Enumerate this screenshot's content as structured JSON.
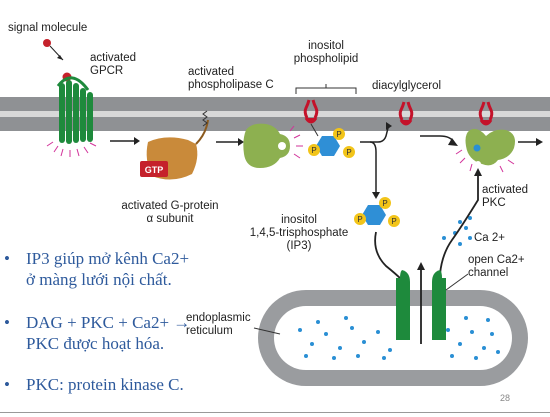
{
  "labels": {
    "signal_molecule": "signal molecule",
    "activated_gpcr": [
      "activated",
      "GPCR"
    ],
    "activated_plc": [
      "activated",
      "phospholipase C"
    ],
    "inositol_phospholipid": [
      "inositol",
      "phospholipid"
    ],
    "diacylglycerol": "diacylglycerol",
    "gtp": "GTP",
    "activated_gprotein": [
      "activated G-protein",
      "α subunit"
    ],
    "ip3_label": [
      "inositol",
      "1,4,5-trisphosphate",
      "(IP3)"
    ],
    "activated_pkc": [
      "activated",
      "PKC"
    ],
    "ca": "Ca 2+",
    "open_channel": [
      "open Ca2+",
      "channel"
    ],
    "er": [
      "endoplasmic",
      "reticulum"
    ],
    "p": "P"
  },
  "bullets": [
    "IP3 giúp mở kênh Ca2+ ở màng lưới nội chất.",
    "DAG + PKC + Ca2+ → PKC được hoạt hóa.",
    "PKC: protein kinase C."
  ],
  "page_number": "28",
  "colors": {
    "membrane": "#8f9194",
    "receptor_green": "#1e8a3c",
    "plc_green": "#8db050",
    "gprotein_orange": "#c98a3a",
    "gtp_red": "#c5212b",
    "ip3_blue": "#2f8fd6",
    "phosphate_yellow": "#f2c419",
    "lipid_red": "#c4122a",
    "er_gray": "#9a9c9f",
    "ca_blue": "#2a8fd4",
    "bullet_blue": "#2e5a9c"
  }
}
